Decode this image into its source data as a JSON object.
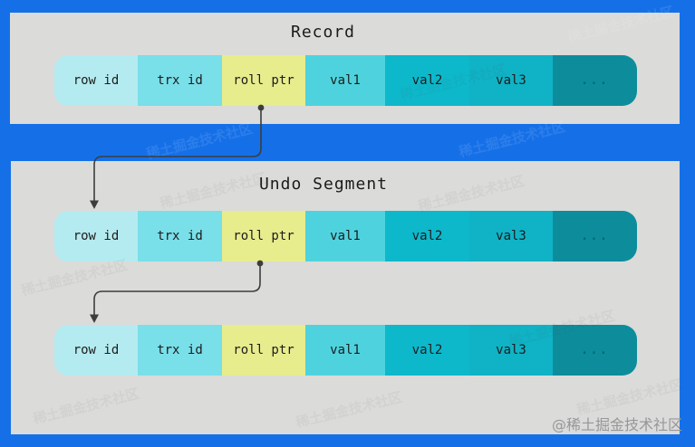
{
  "page": {
    "background": "#1570e8",
    "panel_bg": "#dbdbd9"
  },
  "record_panel": {
    "title": "Record"
  },
  "undo_panel": {
    "title": "Undo Segment"
  },
  "cells": [
    {
      "label": "row id",
      "color": "#b4ebf0"
    },
    {
      "label": "trx id",
      "color": "#79dfe9"
    },
    {
      "label": "roll ptr",
      "color": "#e7ec8d"
    },
    {
      "label": "val1",
      "color": "#4ed3de"
    },
    {
      "label": "val2",
      "color": "#0db8cb"
    },
    {
      "label": "val3",
      "color": "#10b2c5"
    },
    {
      "label": "...",
      "color": "#0d8d9c",
      "text_color": "#056a77"
    }
  ],
  "arrow_color": "#3d3d3d",
  "watermark": {
    "corner": "@稀土掘金技术社区",
    "ghost": "稀土掘金技术社区"
  }
}
